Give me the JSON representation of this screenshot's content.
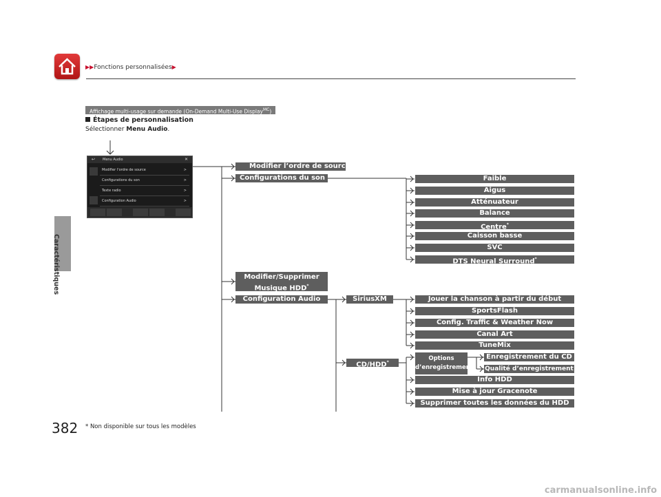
{
  "breadcrumb": {
    "section": "Fonctions personnalisées"
  },
  "side_tab": "Caractéristiques",
  "page_number": "382",
  "footnote": "* Non disponible sur tous les modèles",
  "heading_bar": "Affichage multi-usage sur demande (On-Demand Multi-Use Display",
  "heading_bar_sup": "MC",
  "heading_bar_end": ")",
  "steps": {
    "title": "Étapes de personnalisation",
    "prefix": "Sélectionner ",
    "bold": "Menu Audio",
    "suffix": "."
  },
  "screen": {
    "title": "Menu Audio",
    "close": "✕",
    "rows": [
      "Modifier l'ordre de source",
      "Configurations du son",
      "Texte radio",
      "Configuration Audio"
    ],
    "gt": ">"
  },
  "level1": {
    "modifier_ordre": "Modifier l’ordre de source",
    "config_son": "Configurations du son",
    "modifier_supprimer_l1": "Modifier/Supprimer",
    "modifier_supprimer_l2": "Musique HDD",
    "config_audio": "Configuration Audio"
  },
  "son_items": [
    "Faible",
    "Aigus",
    "Atténuateur",
    "Balance",
    "Centre",
    "Caisson basse",
    "SVC",
    "DTS Neural Surround"
  ],
  "level2": {
    "siriusxm": "SiriusXM",
    "cd_hdd": "CD/HDD"
  },
  "sirius_items": [
    "Jouer la chanson à partir du début",
    "SportsFlash",
    "Config. Traffic & Weather Now",
    "Canal Art",
    "TuneMix"
  ],
  "options": {
    "l1": "Options",
    "l2": "d’enregistrement",
    "sub1": "Enregistrement du CD",
    "sub2": "Qualité d’enregistrement"
  },
  "cd_items": [
    "Info HDD",
    "Mise à jour Gracenote",
    "Supprimer toutes les données du HDD"
  ],
  "asterisk": "*",
  "watermark": "carmanualsonline.info"
}
